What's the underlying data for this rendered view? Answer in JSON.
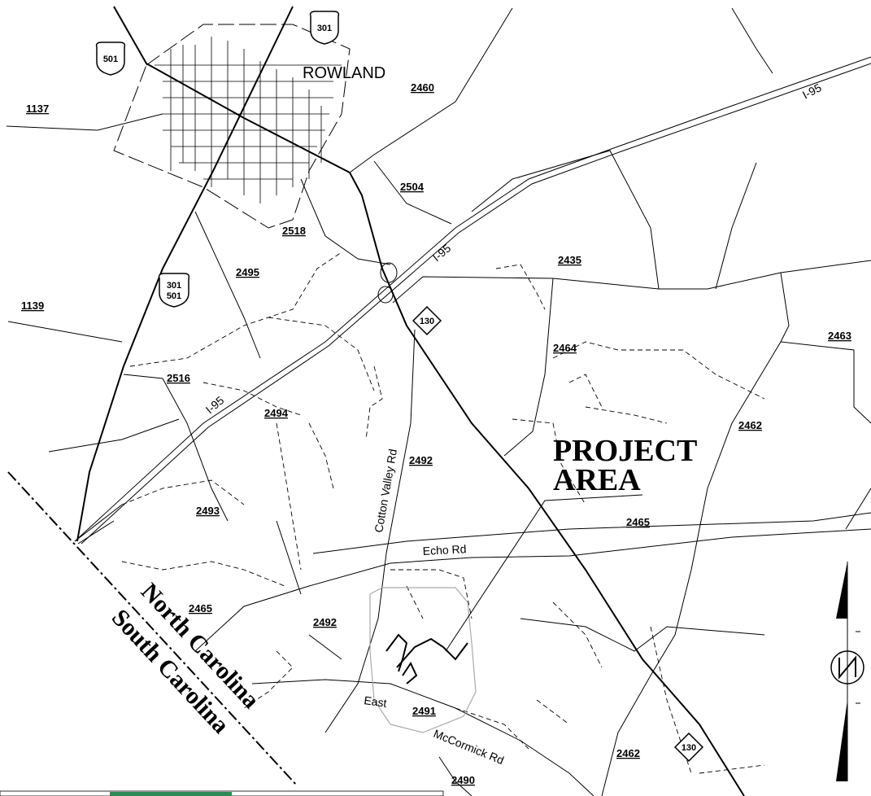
{
  "town": "ROWLAND",
  "project_label": [
    "PROJECT",
    "AREA"
  ],
  "states": {
    "north": "North Carolina",
    "south": "South Carolina"
  },
  "interstate": {
    "label": "I-95"
  },
  "shields": {
    "us301": "301",
    "us501": "501",
    "us301_501_top": "301",
    "us301_501_bottom": "501",
    "nc130": "130"
  },
  "streets": {
    "cotton_valley": "Cotton Valley Rd",
    "echo": "Echo Rd",
    "east": "East",
    "mccormick": "McCormick Rd"
  },
  "route_numbers": {
    "r1137": "1137",
    "r1139": "1139",
    "r2460": "2460",
    "r2504": "2504",
    "r2518": "2518",
    "r2495": "2495",
    "r2435": "2435",
    "r2463": "2463",
    "r2464": "2464",
    "r2516": "2516",
    "r2494": "2494",
    "r2492a": "2492",
    "r2462a": "2462",
    "r2493": "2493",
    "r2465a": "2465",
    "r2465b": "2465",
    "r2492b": "2492",
    "r2491": "2491",
    "r2462b": "2462",
    "r2490": "2490"
  }
}
